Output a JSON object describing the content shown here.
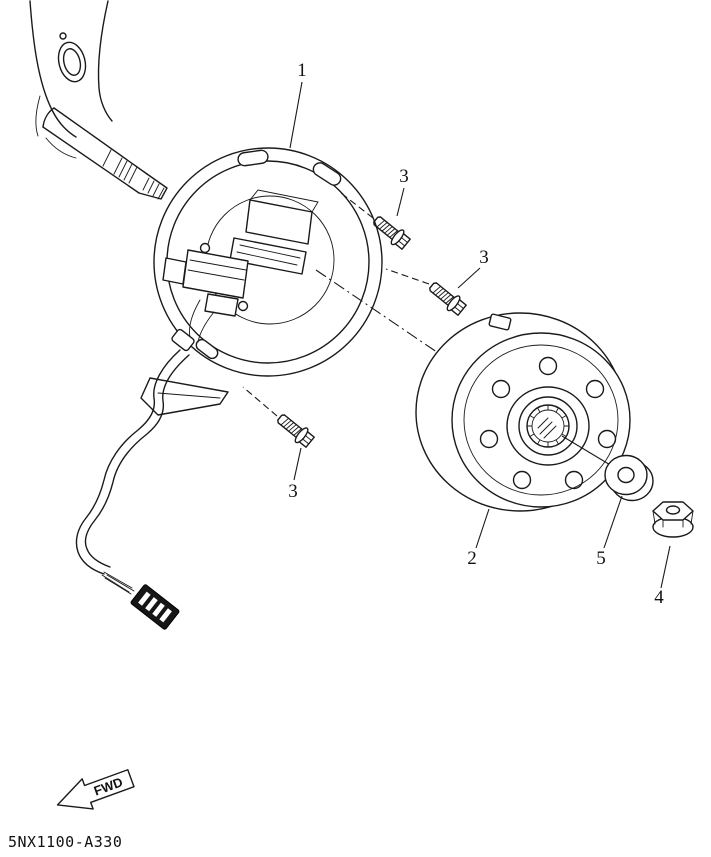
{
  "figure": {
    "part_code": "5NX1100-A330",
    "fwd_label": "FWD",
    "callouts": [
      {
        "id": "stator-assembly",
        "label": "1"
      },
      {
        "id": "bolt-top",
        "label": "3"
      },
      {
        "id": "bolt-right",
        "label": "3"
      },
      {
        "id": "bolt-bottom",
        "label": "3"
      },
      {
        "id": "rotor-flywheel",
        "label": "2"
      },
      {
        "id": "washer",
        "label": "5"
      },
      {
        "id": "flange-nut",
        "label": "4"
      }
    ],
    "colors": {
      "line": "#1a1a1a",
      "background": "#ffffff"
    }
  }
}
